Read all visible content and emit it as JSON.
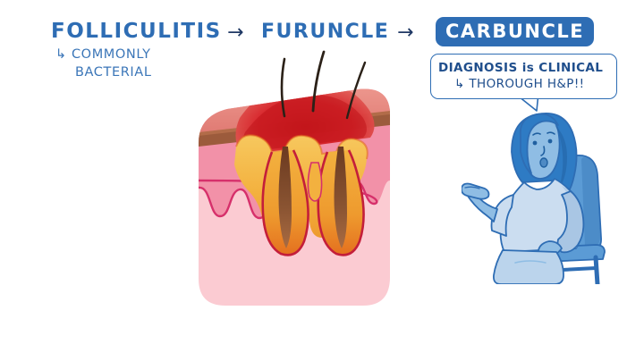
{
  "flow": {
    "step1": "FOLLICULITIS",
    "arrow1": "→",
    "step2": "FURUNCLE",
    "arrow2": "→",
    "step3": "CARBUNCLE",
    "highlight_color": "#2E6DB4",
    "text_color": "#2E6DB4",
    "arrow_color": "#1F3864"
  },
  "subnote": {
    "line1": "↳ COMMONLY",
    "line2": "BACTERIAL",
    "color": "#3B76B8"
  },
  "speech_bubble": {
    "line1": "DIAGNOSIS is CLINICAL",
    "line2": "↳ THOROUGH H&P!!",
    "border_color": "#2E6DB4",
    "text_color": "#1F4E8C"
  },
  "skin_diagram": {
    "name": "carbuncle-skin-cross-section",
    "layers": [
      {
        "name": "epidermis-top-surface",
        "color": "#E8877F"
      },
      {
        "name": "inflamed-epidermis",
        "color": "#D8252B"
      },
      {
        "name": "dermo-epidermal-band",
        "color": "#9C5B3C"
      },
      {
        "name": "upper-dermis",
        "color": "#F291A8"
      },
      {
        "name": "deep-dermis",
        "color": "#FBCBD2"
      },
      {
        "name": "purulent-abscess",
        "color": "#F5B84B"
      },
      {
        "name": "abscess-rim",
        "color": "#E8812B"
      },
      {
        "name": "hair-shaft",
        "color": "#7B4A2A"
      },
      {
        "name": "follicle-outline",
        "color": "#C41E3A"
      }
    ],
    "hair_count": 3,
    "follicle_count": 2
  },
  "person": {
    "name": "seated-clinician-with-hijab",
    "colors": {
      "hijab": "#2E7BC4",
      "hijab_shadow": "#1F5FA0",
      "skin": "#8FBDE4",
      "skin_shadow": "#5E9BD0",
      "shirt": "#CBDDF0",
      "shirt_shadow": "#A9C6E4",
      "pants": "#BBD4EC",
      "chair": "#5B9BD5",
      "chair_shadow": "#3F7FBD",
      "outline": "#1F5FA0"
    }
  }
}
